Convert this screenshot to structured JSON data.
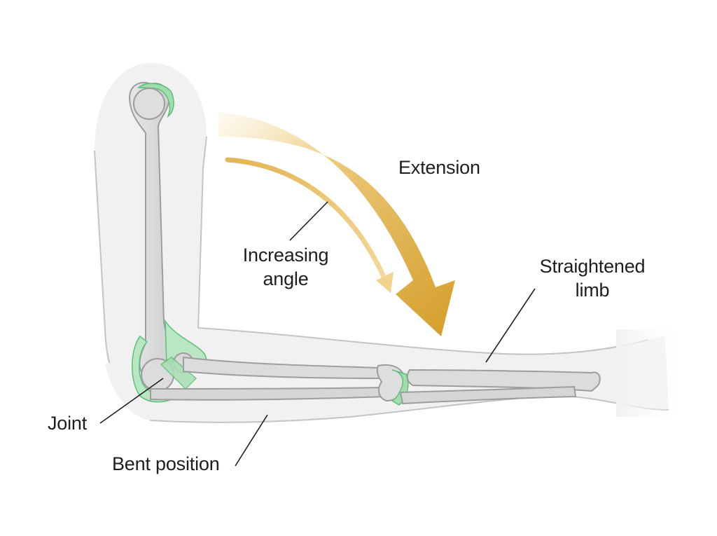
{
  "labels": {
    "extension": "Extension",
    "increasing_angle_line1": "Increasing",
    "increasing_angle_line2": "angle",
    "straightened_line1": "Straightened",
    "straightened_line2": "limb",
    "joint": "Joint",
    "bent_position": "Bent position"
  },
  "colors": {
    "background": "#ffffff",
    "limb_outline_fill": "#f1f1f1",
    "limb_outline_stroke": "#c9c9c9",
    "bone_fill": "#dcdcdc",
    "bone_stroke": "#9d9d9d",
    "cartilage": "#9fdcae",
    "cartilage_stroke": "#5fbf7a",
    "arrow_gold": "#d9a93a",
    "arrow_gold_light": "#fbf2d9",
    "leader_line": "#1e1e1e",
    "text": "#1e1e1e"
  }
}
